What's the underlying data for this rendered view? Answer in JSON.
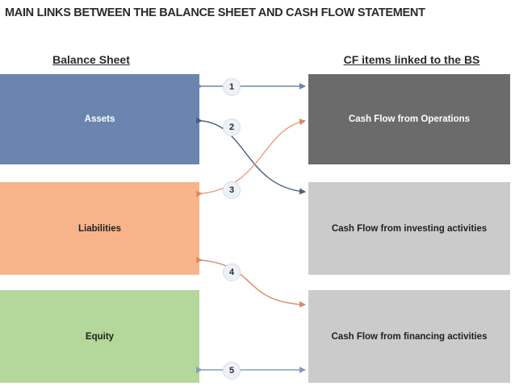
{
  "title": "MAIN LINKS BETWEEN THE BALANCE SHEET AND CASH FLOW STATEMENT",
  "left_header": "Balance Sheet",
  "right_header": "CF items linked to the BS",
  "left_boxes": [
    {
      "label": "Assets",
      "color": "#6a85b0"
    },
    {
      "label": "Liabilities",
      "color": "#f7b48b"
    },
    {
      "label": "Equity",
      "color": "#b3d89a"
    }
  ],
  "right_boxes": [
    {
      "label": "Cash Flow from Operations",
      "color": "#6b6b6b"
    },
    {
      "label": "Cash Flow from investing activities",
      "color": "#cbcbcb"
    },
    {
      "label": "Cash Flow from financing activities",
      "color": "#cbcbcb"
    }
  ],
  "links": [
    {
      "number": "1",
      "from": "Assets",
      "to": "Cash Flow from Operations",
      "color": "#6a85b0"
    },
    {
      "number": "2",
      "from": "Assets",
      "to": "Cash Flow from investing activities",
      "color": "#4a5d80"
    },
    {
      "number": "3",
      "from": "Liabilities",
      "to": "Cash Flow from Operations",
      "color": "#e8a07a"
    },
    {
      "number": "4",
      "from": "Liabilities",
      "to": "Cash Flow from financing activities",
      "color": "#d98a66"
    },
    {
      "number": "5",
      "from": "Equity",
      "to": "Cash Flow from financing activities",
      "color": "#8a9bb8"
    }
  ]
}
